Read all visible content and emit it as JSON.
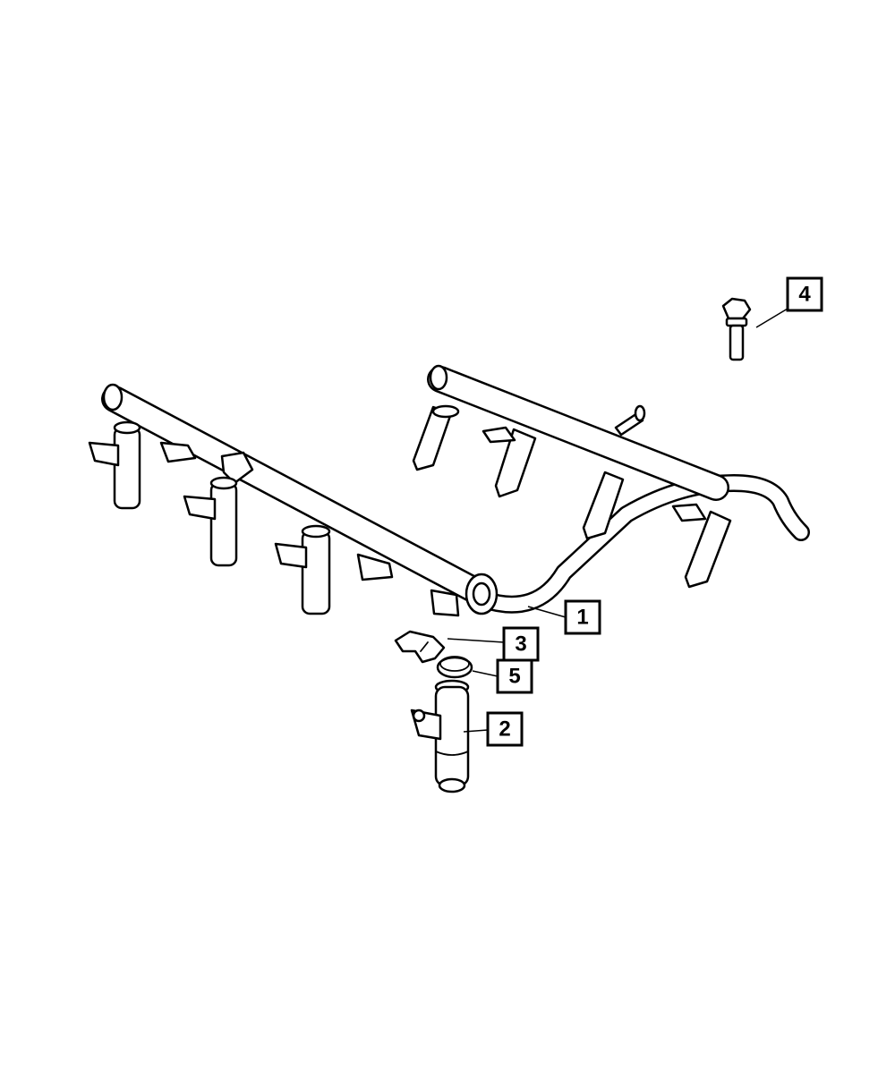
{
  "diagram": {
    "callouts": [
      {
        "id": "1",
        "label": "1"
      },
      {
        "id": "2",
        "label": "2"
      },
      {
        "id": "3",
        "label": "3"
      },
      {
        "id": "4",
        "label": "4"
      },
      {
        "id": "5",
        "label": "5"
      }
    ],
    "line_color": "#000000",
    "background_color": "#ffffff"
  }
}
